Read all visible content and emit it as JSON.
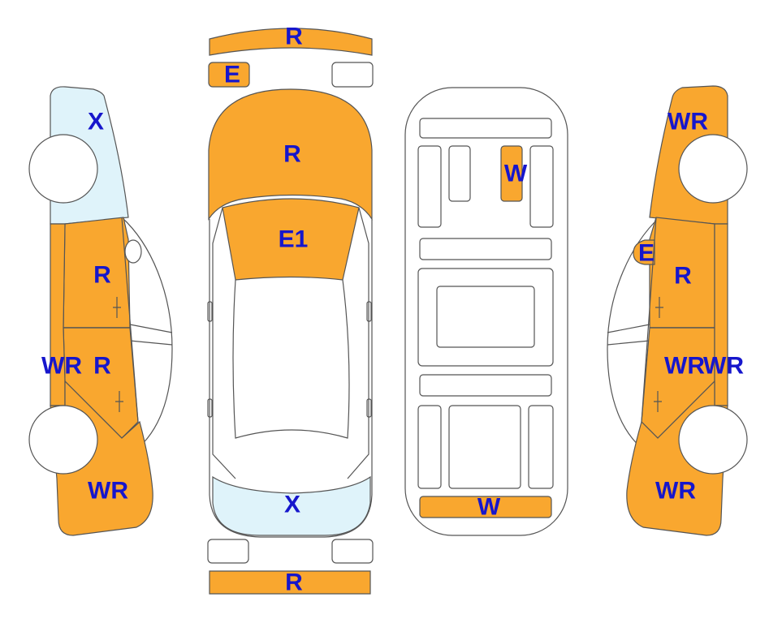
{
  "colors": {
    "damaged": "#f9a72f",
    "scratch": "#dff3fa",
    "undamaged": "#ffffff",
    "outline": "#555555",
    "label": "#1616cc"
  },
  "panels": {
    "front_bumper": {
      "code": "R",
      "state": "damaged"
    },
    "front_left_small": {
      "code": "E",
      "state": "damaged"
    },
    "front_right_small": {
      "code": "",
      "state": "undamaged"
    },
    "hood": {
      "code": "R",
      "state": "damaged"
    },
    "windshield": {
      "code": "E1",
      "state": "damaged"
    },
    "rear_window": {
      "code": "X",
      "state": "scratch"
    },
    "rear_bumper": {
      "code": "R",
      "state": "damaged"
    },
    "interior_seat": {
      "code": "W",
      "state": "damaged"
    },
    "interior_floor": {
      "code": "W",
      "state": "damaged"
    },
    "left_front_fender": {
      "code": "X",
      "state": "scratch"
    },
    "left_front_door": {
      "code": "R",
      "state": "damaged"
    },
    "left_sill": {
      "code": "WR",
      "state": "damaged"
    },
    "left_rear_door": {
      "code": "R",
      "state": "damaged"
    },
    "left_rear_quarter": {
      "code": "WR",
      "state": "damaged"
    },
    "right_front_fender": {
      "code": "WR",
      "state": "damaged"
    },
    "right_mirror": {
      "code": "E",
      "state": "damaged"
    },
    "right_front_door": {
      "code": "R",
      "state": "damaged"
    },
    "right_rear_door": {
      "code": "WR",
      "state": "damaged"
    },
    "right_sill": {
      "code": "WR",
      "state": "damaged"
    },
    "right_rear_quarter": {
      "code": "WR",
      "state": "damaged"
    }
  }
}
